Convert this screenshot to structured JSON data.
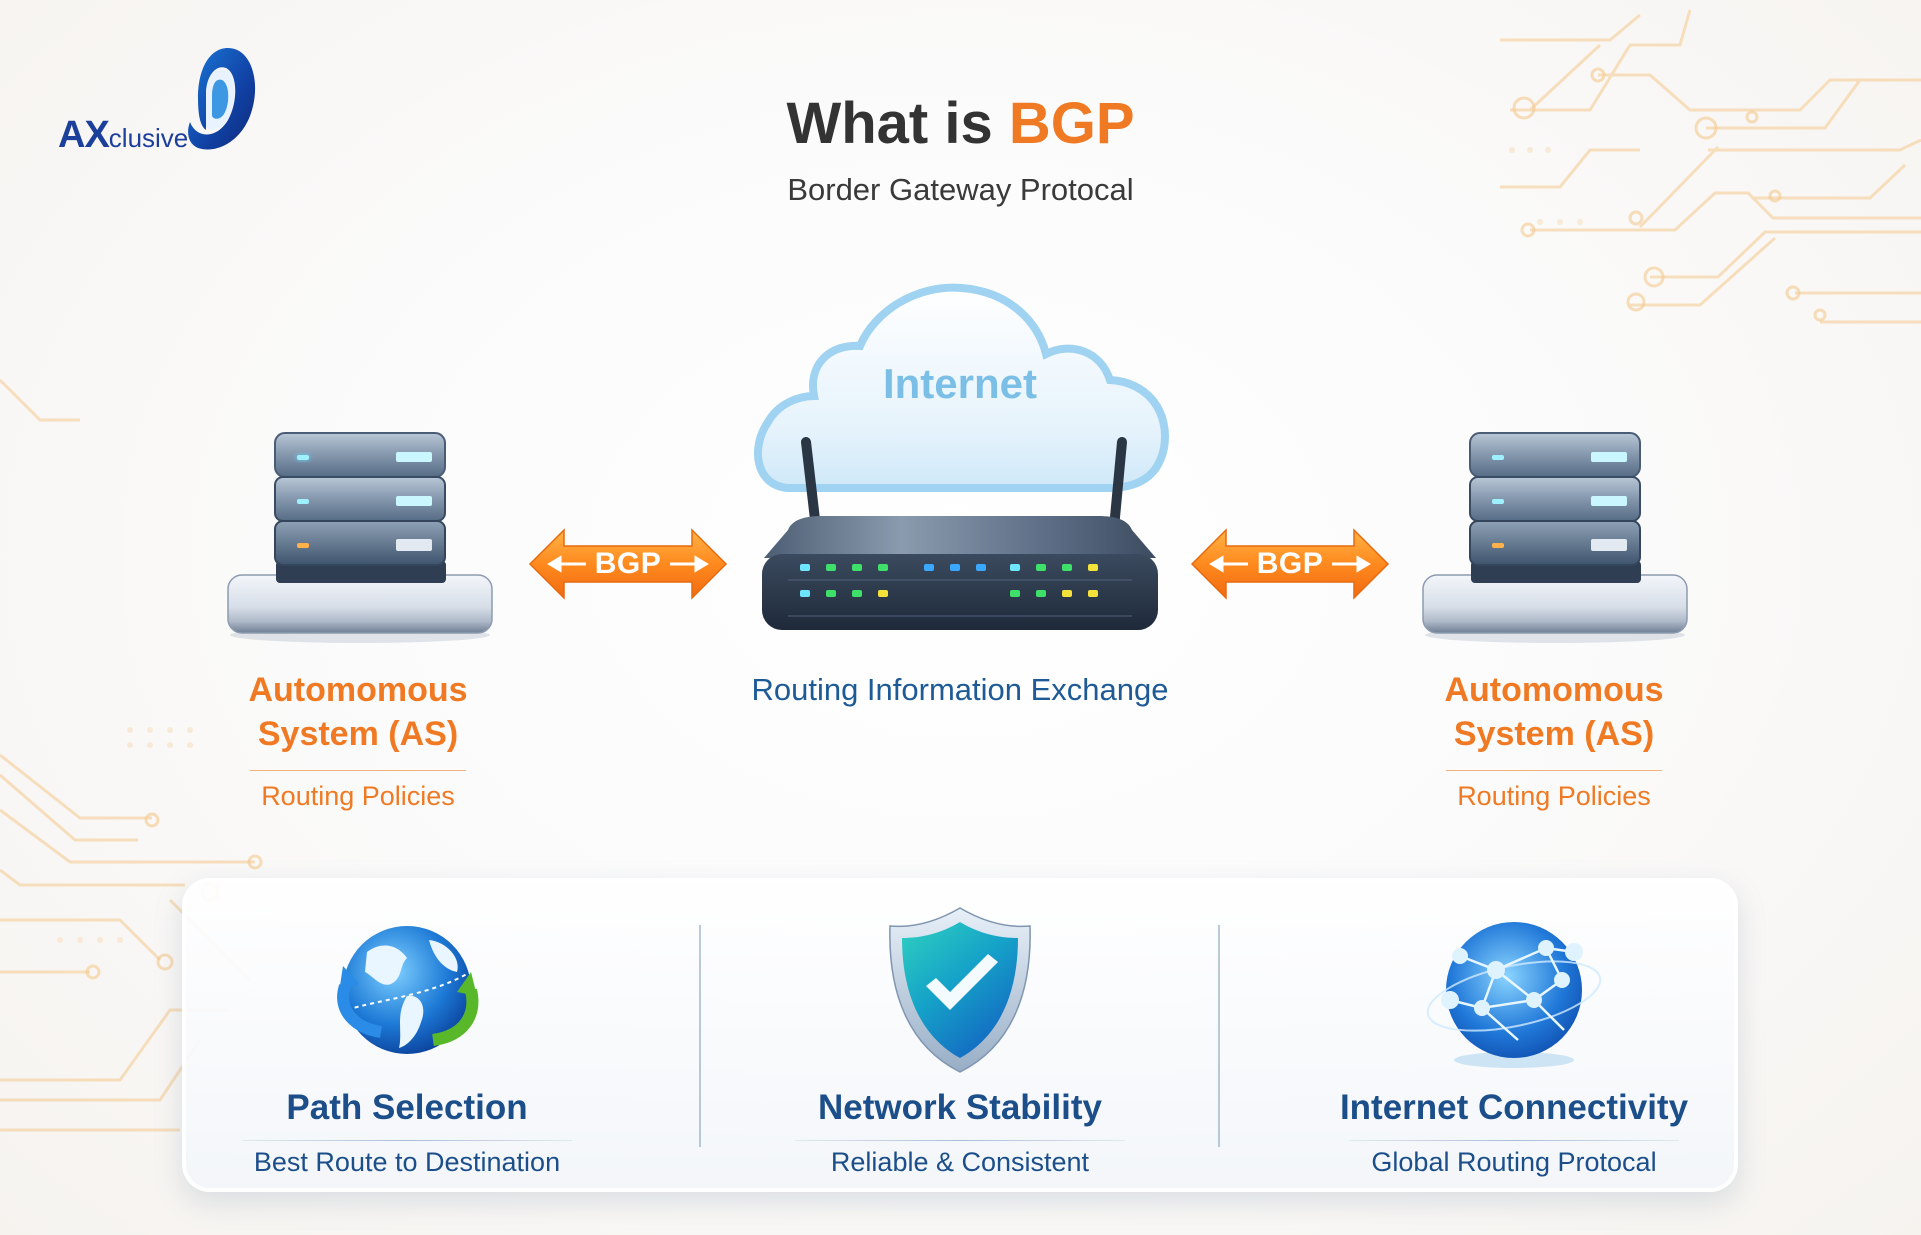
{
  "brand": {
    "logo_bold": "AX",
    "logo_rest": "clusive"
  },
  "header": {
    "title_prefix": "What is ",
    "title_accent": "BGP",
    "subtitle": "Border Gateway Protocal"
  },
  "colors": {
    "accent_orange": "#f07a24",
    "primary_blue": "#1c4f8a",
    "cloud_text": "#7bbfe6"
  },
  "diagram": {
    "left_node": {
      "icon": "server-stack-icon",
      "title_line1": "Automomous",
      "title_line2": "System (AS)",
      "subtitle": "Routing Policies"
    },
    "right_node": {
      "icon": "server-stack-icon",
      "title_line1": "Automomous",
      "title_line2": "System (AS)",
      "subtitle": "Routing Policies"
    },
    "left_link": {
      "icon": "double-arrow-icon",
      "label": "BGP"
    },
    "right_link": {
      "icon": "double-arrow-icon",
      "label": "BGP"
    },
    "center": {
      "cloud_icon": "cloud-icon",
      "cloud_label": "Internet",
      "router_icon": "router-icon",
      "caption": "Routing Information Exchange"
    }
  },
  "features": [
    {
      "icon": "globe-arrows-icon",
      "title": "Path Selection",
      "subtitle": "Best Route to Destination"
    },
    {
      "icon": "shield-check-icon",
      "title": "Network Stability",
      "subtitle": "Reliable & Consistent"
    },
    {
      "icon": "network-globe-icon",
      "title": "Internet Connectivity",
      "subtitle": "Global Routing Protocal"
    }
  ]
}
